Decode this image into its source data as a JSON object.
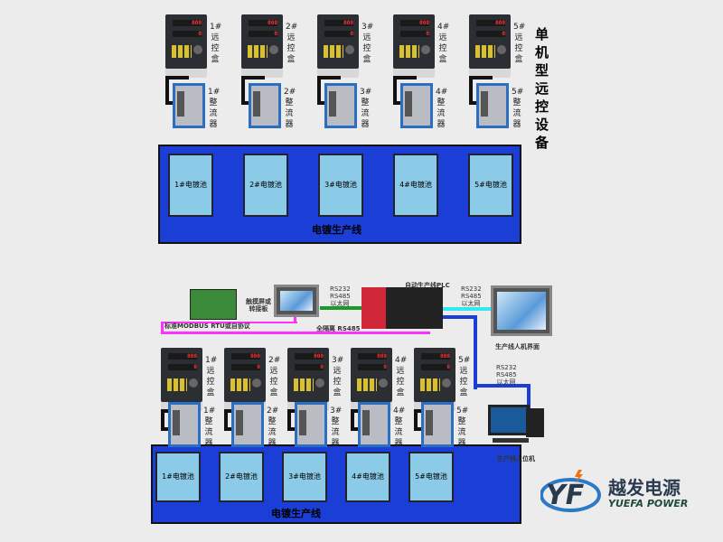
{
  "top": {
    "title": "单机型远控设备",
    "units": [
      {
        "remote_label": "1#远控盒",
        "rectifier_label": "1#整流器",
        "tank": "1#电镀池"
      },
      {
        "remote_label": "2#远控盒",
        "rectifier_label": "2#整流器",
        "tank": "2#电镀池"
      },
      {
        "remote_label": "3#远控盒",
        "rectifier_label": "3#整流器",
        "tank": "3#电镀池"
      },
      {
        "remote_label": "4#远控盒",
        "rectifier_label": "4#整流器",
        "tank": "4#电镀池"
      },
      {
        "remote_label": "5#远控盒",
        "rectifier_label": "5#整流器",
        "tank": "5#电镀池"
      }
    ],
    "line_label": "电镀生产线",
    "display_top": "000",
    "display_bottom": "0"
  },
  "bottom": {
    "units": [
      {
        "remote_label": "1#远控盒",
        "rectifier_label": "1#整流器",
        "tank": "1#电镀池"
      },
      {
        "remote_label": "2#远控盒",
        "rectifier_label": "2#整流器",
        "tank": "2#电镀池"
      },
      {
        "remote_label": "3#远控盒",
        "rectifier_label": "3#整流器",
        "tank": "3#电镀池"
      },
      {
        "remote_label": "4#远控盒",
        "rectifier_label": "4#整流器",
        "tank": "4#电镀池"
      },
      {
        "remote_label": "5#远控盒",
        "rectifier_label": "5#整流器",
        "tank": "5#电镀池"
      }
    ],
    "line_label": "电镀生产线",
    "protocol_label": "标准MODBUS RTU或自协议",
    "touchscreen_label": "触摸屏或转接板",
    "link1": "RS232 RS485 以太网",
    "plc_label": "自动生产线PLC",
    "link2": "RS232 RS485 以太网",
    "hmi_label": "生产线人机界面",
    "bus_label": "全隔离 RS485",
    "link3": "RS232 RS485 以太网",
    "pc_label": "生产线上位机"
  },
  "logo": {
    "mark": "YF",
    "cn": "越发电源",
    "en": "YUEFA POWER"
  },
  "colors": {
    "line_blue": "#1b3fd6",
    "tank": "#8ccbe8",
    "bus": "#ff30ff",
    "green": "#1a9a2a",
    "cyan": "#30e8f0"
  }
}
